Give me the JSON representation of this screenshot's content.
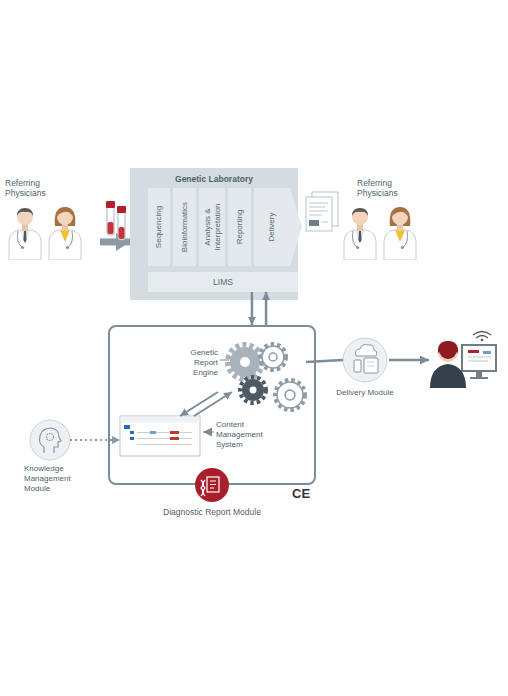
{
  "diagram": {
    "nodes": [
      {
        "text": [
          "Referring Physicians"
        ]
      },
      {
        "text": [
          "Genetic Laboratory"
        ]
      },
      {
        "text": [
          "Sequencing"
        ],
        "in": 1
      },
      {
        "text": [
          "Bioinformatics"
        ],
        "in": 1
      },
      {
        "text": [
          "Analysis & Interpretation"
        ],
        "in": 1
      },
      {
        "text": [
          "Reporting"
        ],
        "in": 1
      },
      {
        "text": [
          "Delivery"
        ],
        "in": 1
      },
      {
        "text": [
          "LIMS"
        ],
        "in": 1
      },
      {
        "text": [
          "Referring Physicians"
        ]
      },
      {
        "text": [
          "Diagnostic Report Module"
        ]
      },
      {
        "text": [
          "Genetic Report Engine"
        ],
        "in": 9
      },
      {
        "text": [
          "Content Management System"
        ],
        "in": 9
      },
      {
        "text": [
          "Delivery Module"
        ]
      },
      {
        "text": [
          "Knowledge Management Module"
        ]
      }
    ],
    "edges": [
      {
        "from": 0,
        "to": 1,
        "arrow": "to"
      },
      {
        "from": 7,
        "to": 9,
        "arrow": "to"
      },
      {
        "from": 9,
        "to": 7,
        "arrow": "to"
      },
      {
        "from": 10,
        "to": 11,
        "arrow": "to"
      },
      {
        "from": 11,
        "to": 10,
        "arrow": "to"
      },
      {
        "from": 10,
        "to": 12,
        "arrow": "none"
      },
      {
        "from": 13,
        "to": 11,
        "arrow": "to"
      }
    ],
    "labels": [
      "CE"
    ]
  }
}
